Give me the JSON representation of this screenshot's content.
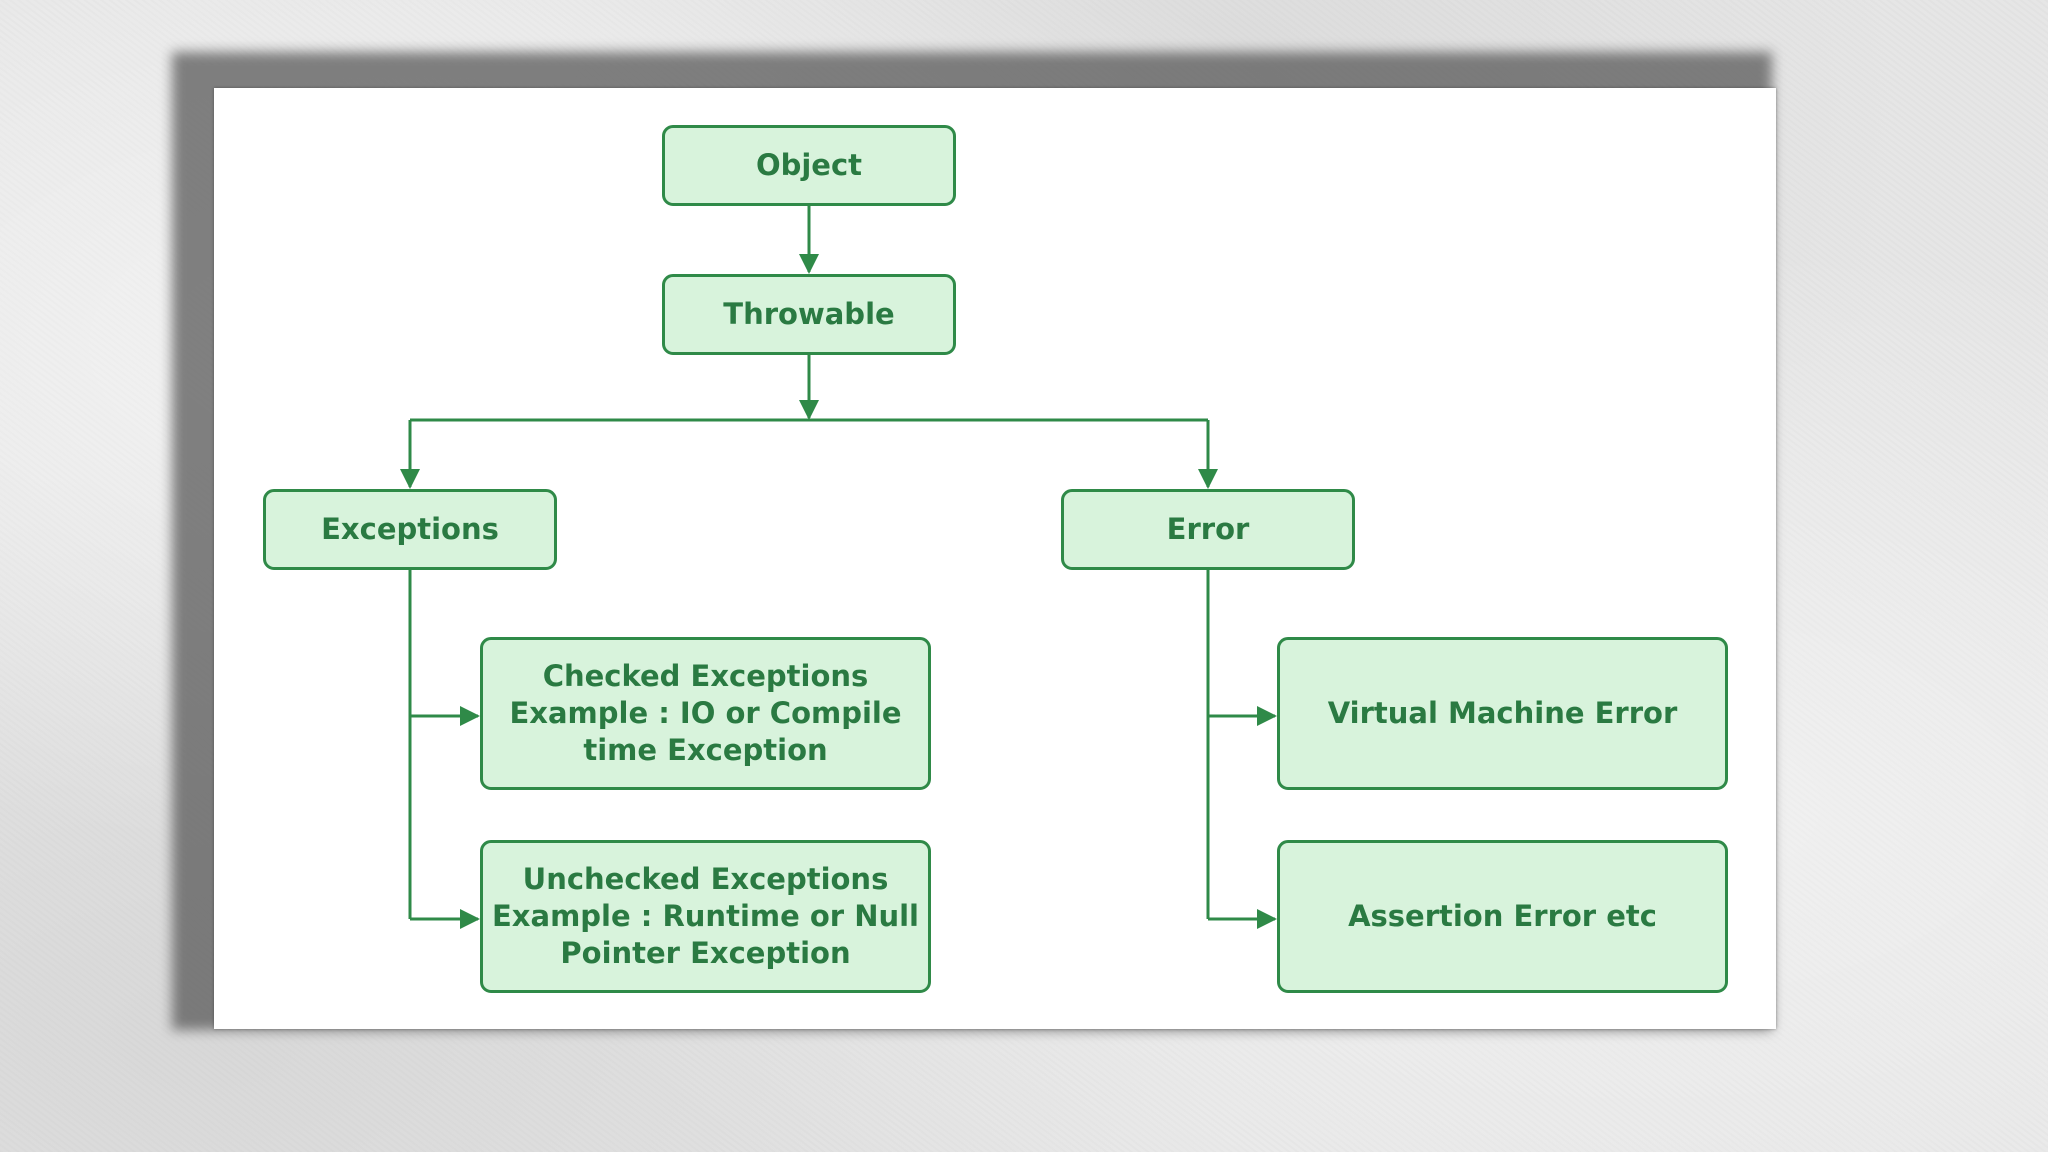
{
  "diagram": {
    "nodes": {
      "object": "Object",
      "throwable": "Throwable",
      "exceptions": "Exceptions",
      "error": "Error",
      "checked": "Checked Exceptions\nExample : IO or Compile\ntime Exception",
      "unchecked": "Unchecked Exceptions\nExample : Runtime or Null\nPointer Exception",
      "virtual_machine_error": "Virtual Machine Error",
      "assertion_error": "Assertion Error etc"
    },
    "edges": [
      {
        "from": "object",
        "to": "throwable"
      },
      {
        "from": "throwable",
        "to": "exceptions"
      },
      {
        "from": "throwable",
        "to": "error"
      },
      {
        "from": "exceptions",
        "to": "checked"
      },
      {
        "from": "exceptions",
        "to": "unchecked"
      },
      {
        "from": "error",
        "to": "virtual_machine_error"
      },
      {
        "from": "error",
        "to": "assertion_error"
      }
    ],
    "colors": {
      "node_fill": "#d8f3dc",
      "node_border": "#2f8a48",
      "text": "#2a7a42",
      "connector": "#2f8a48"
    }
  }
}
